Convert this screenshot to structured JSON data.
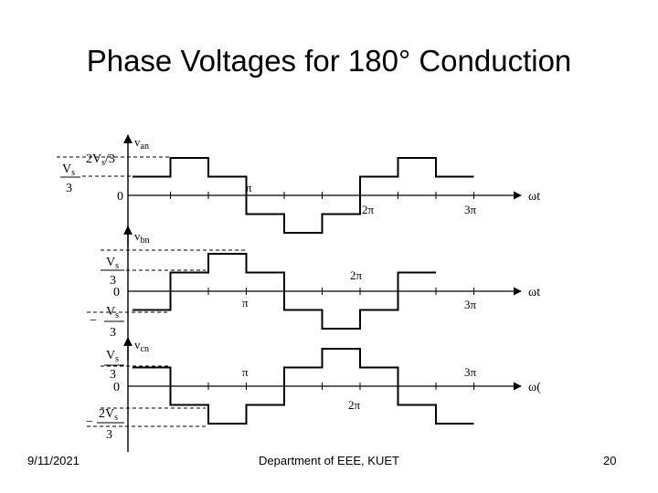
{
  "slide": {
    "title": "Phase Voltages for 180° Conduction",
    "footer_date": "9/11/2021",
    "footer_dept": "Department of EEE, KUET",
    "footer_page": "20"
  },
  "diagram": {
    "axis_label_x": "ωt",
    "axis_label_x_last": "ω(",
    "panels": [
      {
        "id": "van",
        "ylabel": "v_an",
        "sub": "an",
        "levels": [
          1,
          2,
          1,
          -1,
          -2,
          -1,
          1,
          2,
          1
        ],
        "angle_labels": [
          "π",
          "2π",
          "3π"
        ],
        "level_labels": [
          "2Vs/3",
          "0"
        ],
        "left_fraction": "Vs/3"
      },
      {
        "id": "vbn",
        "ylabel": "v_bn",
        "sub": "bn",
        "levels": [
          -1,
          1,
          2,
          1,
          -1,
          -2,
          -1,
          1
        ],
        "angle_labels": [
          "π",
          "2π",
          "3π"
        ],
        "level_labels": [
          "Vs/3",
          "0",
          "-Vs/3"
        ]
      },
      {
        "id": "vcn",
        "ylabel": "v_cn",
        "sub": "cn",
        "levels": [
          1,
          -1,
          -2,
          -1,
          1,
          2,
          1,
          -1,
          -2
        ],
        "angle_labels": [
          "π",
          "2π",
          "3π"
        ],
        "level_labels": [
          "Vs/3",
          "0",
          "-2Vs/3"
        ]
      }
    ],
    "sym": {
      "V": "V",
      "s": "s",
      "three": "3",
      "two": "2",
      "minus": "−",
      "zero": "0",
      "pi": "π",
      "twopi": "2π",
      "threepi": "3π",
      "v": "v"
    }
  }
}
